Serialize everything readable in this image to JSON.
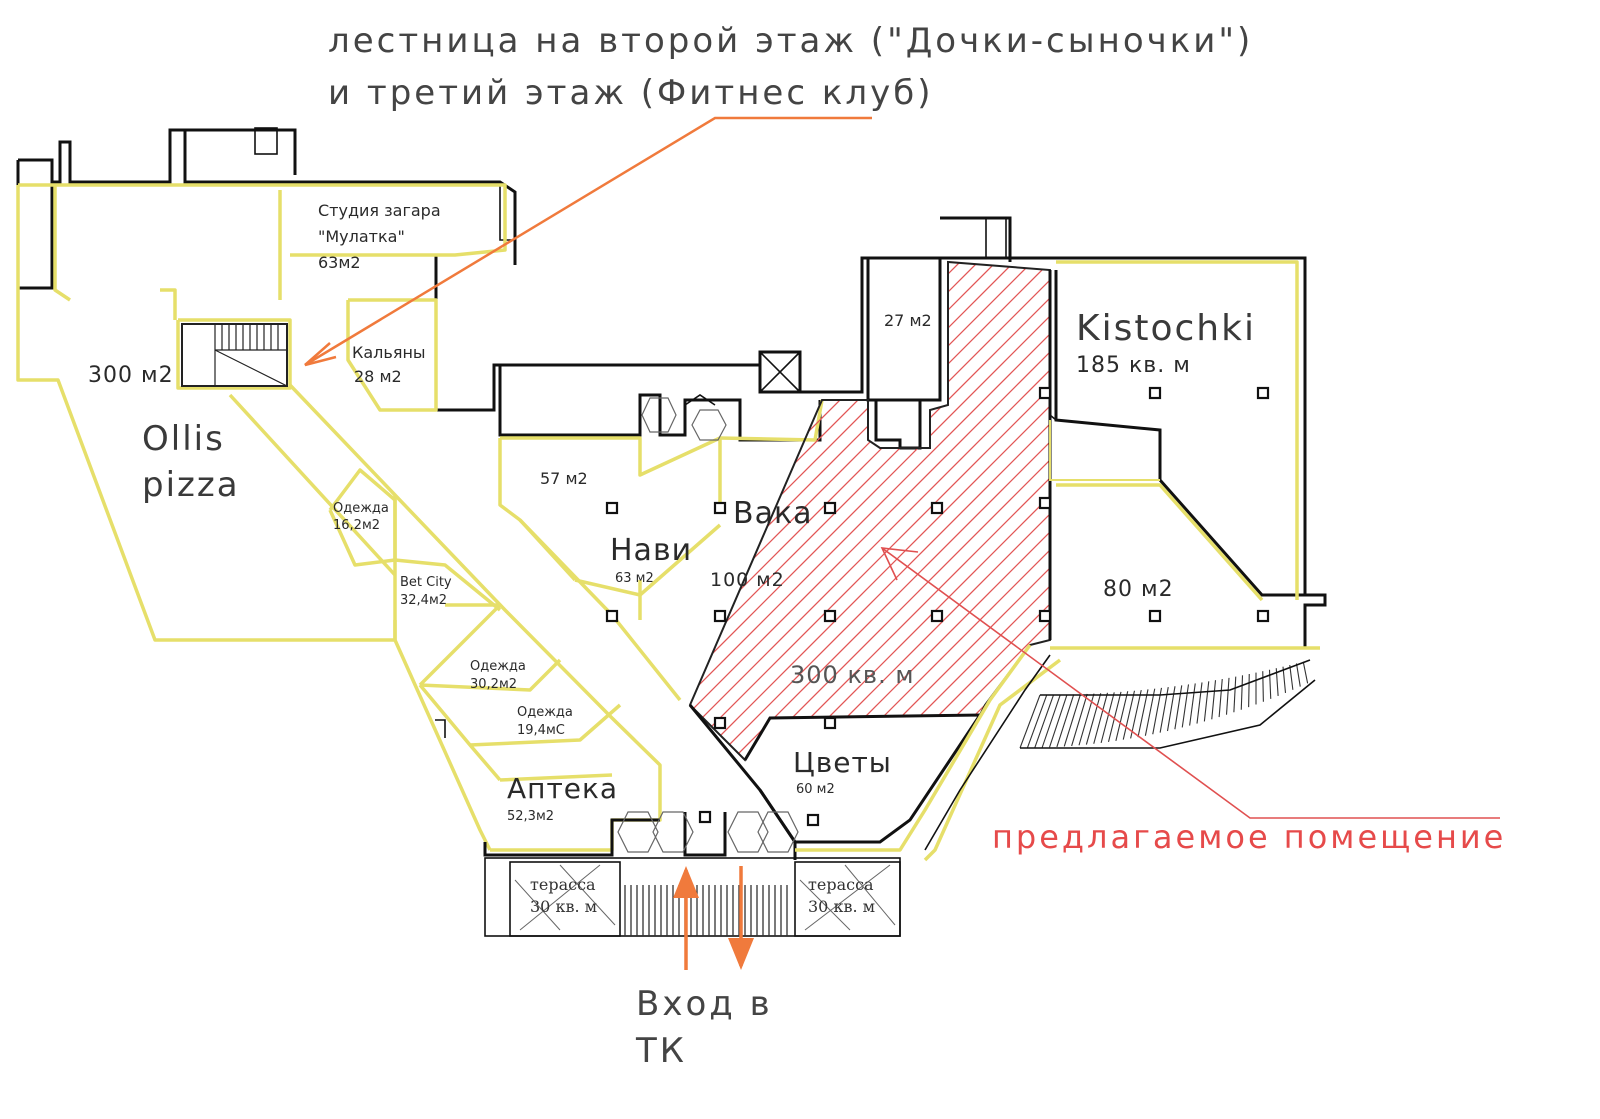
{
  "annotations": {
    "stairs_note_line1": "лестница на второй этаж (\"Дочки-сыночки\")",
    "stairs_note_line2": "и третий этаж (Фитнес клуб)",
    "proposed": "предлагаемое помещение",
    "entrance_line1": "Вход в",
    "entrance_line2": "ТК"
  },
  "rooms": {
    "ollis_area": "300 м2",
    "ollis_name1": "Ollis",
    "ollis_name2": "pizza",
    "tanning_line1": "Студия загара",
    "tanning_line2": "\"Мулатка\"",
    "tanning_area": "63м2",
    "hookah_name": "Кальяны",
    "hookah_area": "28 м2",
    "clothes1_name": "Одежда",
    "clothes1_area": "16,2м2",
    "betcity_name": "Bet City",
    "betcity_area": "32,4м2",
    "clothes2_name": "Одежда",
    "clothes2_area": "30,2м2",
    "clothes3_name": "Одежда",
    "clothes3_area": "19,4мС",
    "pharmacy_name": "Аптека",
    "pharmacy_area": "52,3м2",
    "r57_area": "57 м2",
    "navi_name": "Нави",
    "navi_area": "63 м2",
    "vaka_name": "Вака",
    "vaka_area": "100 м2",
    "r27_area": "27 м2",
    "kistochki_name": "Kistochki",
    "kistochki_area": "185 кв. м",
    "r80_area": "80 м2",
    "proposed_area": "300 кв. м",
    "flowers_name": "Цветы",
    "flowers_area": "60 м2",
    "terrace_left_name": "терасса",
    "terrace_left_area": "30 кв. м",
    "terrace_right_name": "терасса",
    "terrace_right_area": "30 кв. м"
  },
  "colors": {
    "walls": "#111111",
    "tenant_outline": "#e6df6a",
    "proposed_hatch": "#e25656",
    "annotation_arrow": "#f07a3c",
    "proposed_label": "#e64a4a"
  }
}
